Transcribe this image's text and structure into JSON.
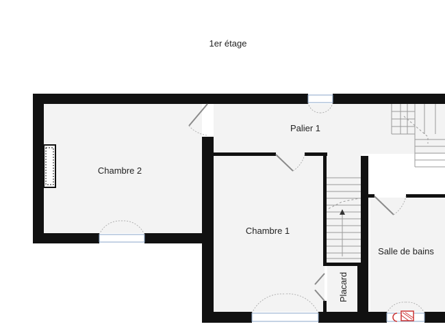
{
  "floor_title": "1er étage",
  "rooms": {
    "chambre2": "Chambre 2",
    "palier1": "Palier 1",
    "chambre1": "Chambre 1",
    "salle_de_bains": "Salle de bains",
    "placard": "Placard"
  },
  "colors": {
    "wall": "#111111",
    "floor": "#f3f3f3",
    "window": "#8aa6c8",
    "door": "#8a8a8a",
    "vent": "#cc3333"
  },
  "icons": [
    "radiator-icon",
    "stair-arrow-icon",
    "vent-icon"
  ]
}
